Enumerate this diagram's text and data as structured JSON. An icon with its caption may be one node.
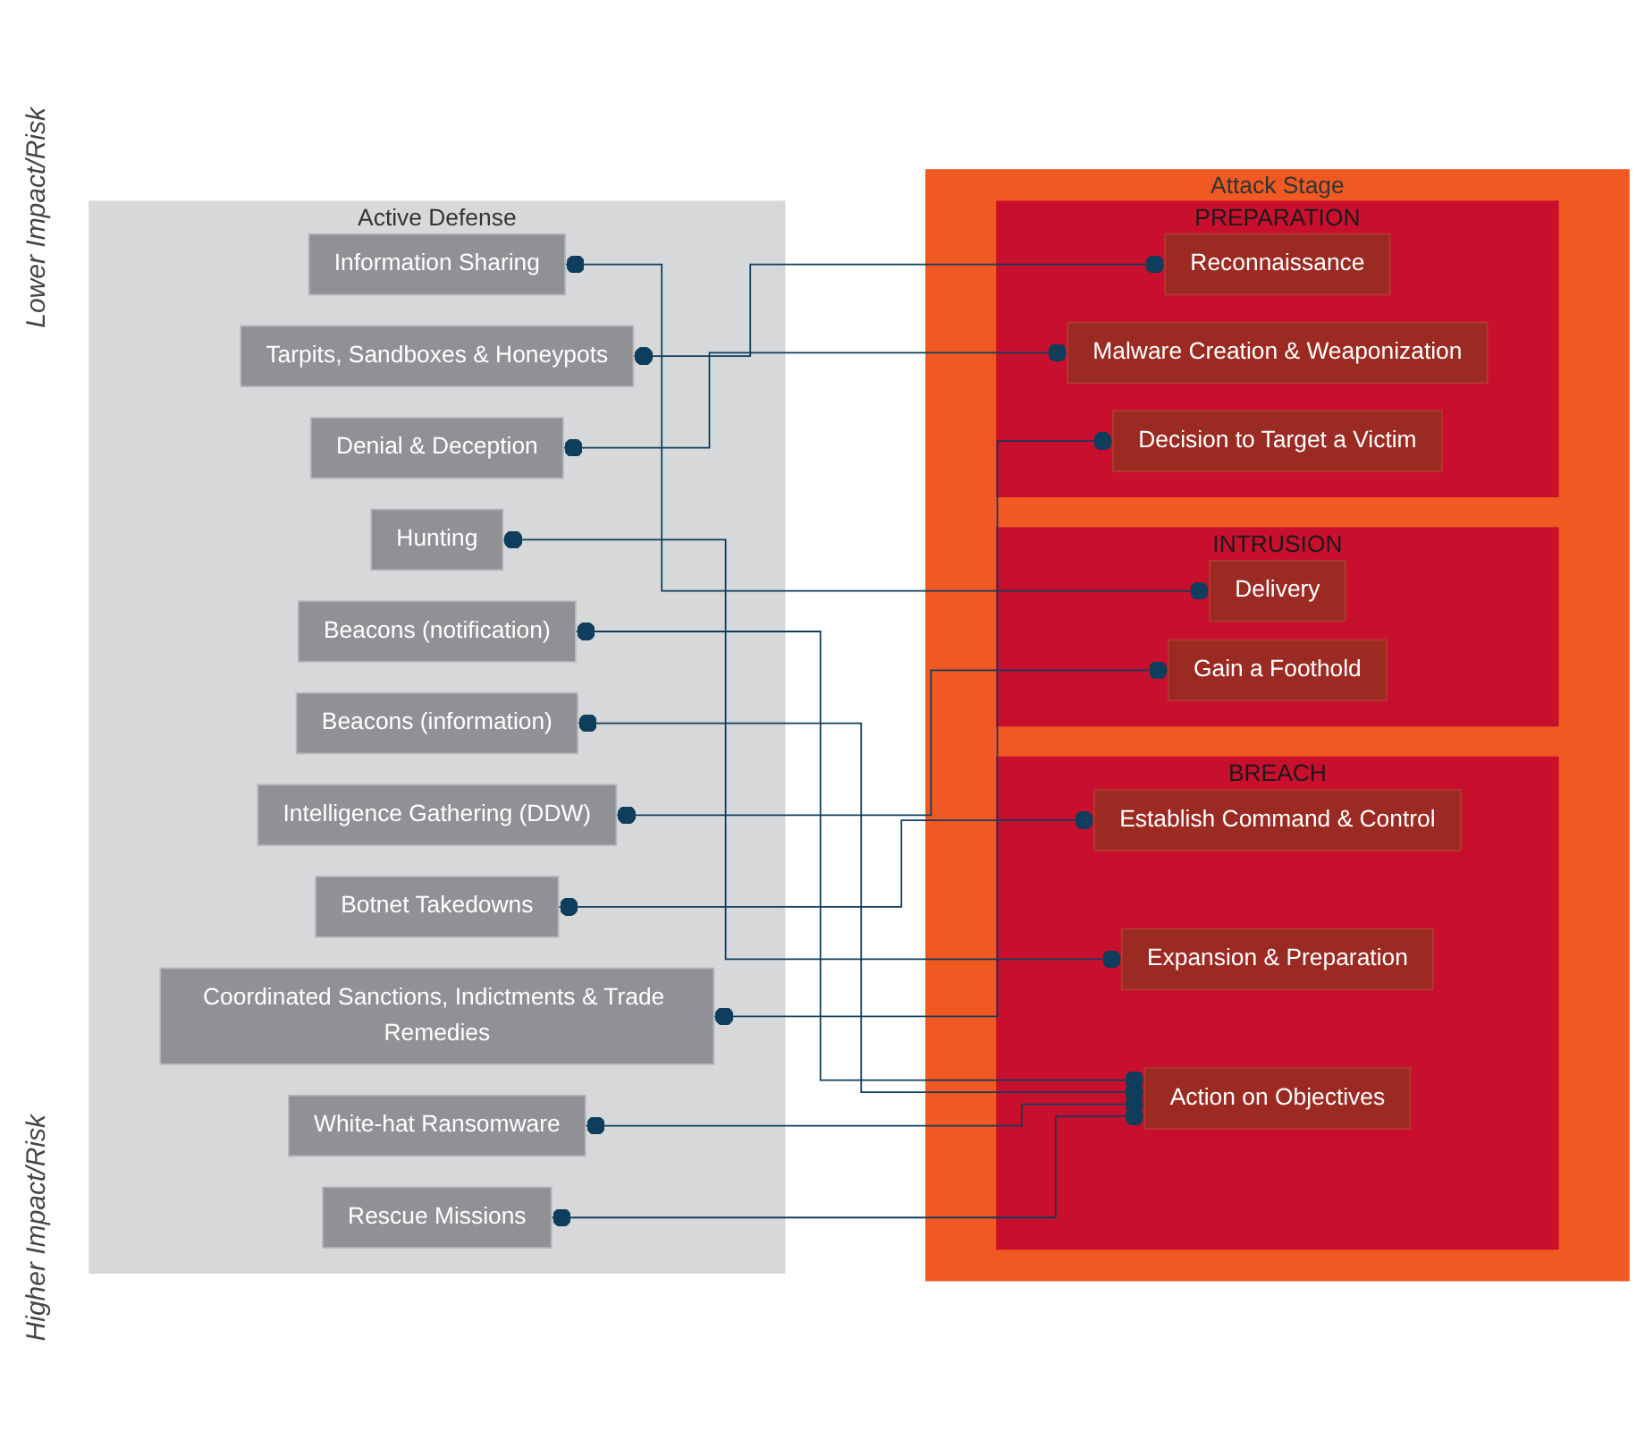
{
  "diagram": {
    "nodes": [
      {
        "text": [
          "Active Defense"
        ]
      },
      {
        "text": [
          "Information Sharing"
        ],
        "in": 0
      },
      {
        "text": [
          "Tarpits, Sandboxes & Honeypots"
        ],
        "in": 0
      },
      {
        "text": [
          "Denial & Deception"
        ],
        "in": 0
      },
      {
        "text": [
          "Hunting"
        ],
        "in": 0
      },
      {
        "text": [
          "Beacons (notification)"
        ],
        "in": 0
      },
      {
        "text": [
          "Beacons (information)"
        ],
        "in": 0
      },
      {
        "text": [
          "Intelligence Gathering (DDW)"
        ],
        "in": 0
      },
      {
        "text": [
          "Botnet Takedowns"
        ],
        "in": 0
      },
      {
        "text": [
          "Coordinated Sanctions, Indictments & Trade Remedies"
        ],
        "in": 0
      },
      {
        "text": [
          "White-hat Ransomware"
        ],
        "in": 0
      },
      {
        "text": [
          "Rescue Missions"
        ],
        "in": 0
      },
      {
        "text": [
          "Attack Stage"
        ]
      },
      {
        "text": [
          "PREPARATION"
        ],
        "in": 12
      },
      {
        "text": [
          "Reconnaissance"
        ],
        "in": 13
      },
      {
        "text": [
          "Malware Creation & Weaponization"
        ],
        "in": 13
      },
      {
        "text": [
          "Decision to Target a Victim"
        ],
        "in": 13
      },
      {
        "text": [
          "INTRUSION"
        ],
        "in": 12
      },
      {
        "text": [
          "Delivery"
        ],
        "in": 17
      },
      {
        "text": [
          "Gain a Foothold"
        ],
        "in": 17
      },
      {
        "text": [
          "BREACH"
        ],
        "in": 12
      },
      {
        "text": [
          "Establish Command & Control"
        ],
        "in": 20
      },
      {
        "text": [
          "Expansion & Preparation"
        ],
        "in": 20
      },
      {
        "text": [
          "Action on Objectives"
        ],
        "in": 20
      }
    ],
    "edges": [
      {
        "from": 1,
        "to": 18,
        "arrow": "other"
      },
      {
        "from": 2,
        "to": 14,
        "arrow": "other"
      },
      {
        "from": 3,
        "to": 15,
        "arrow": "other"
      },
      {
        "from": 4,
        "to": 22,
        "arrow": "other"
      },
      {
        "from": 5,
        "to": 23,
        "arrow": "other"
      },
      {
        "from": 6,
        "to": 23,
        "arrow": "other"
      },
      {
        "from": 7,
        "to": 19,
        "arrow": "other"
      },
      {
        "from": 8,
        "to": 21,
        "arrow": "other"
      },
      {
        "from": 9,
        "to": 16,
        "arrow": "other"
      },
      {
        "from": 10,
        "to": 23,
        "arrow": "other"
      },
      {
        "from": 11,
        "to": 23,
        "arrow": "other"
      }
    ],
    "labels": [
      "Lower Impact/Risk",
      "Higher Impact/Risk"
    ]
  }
}
